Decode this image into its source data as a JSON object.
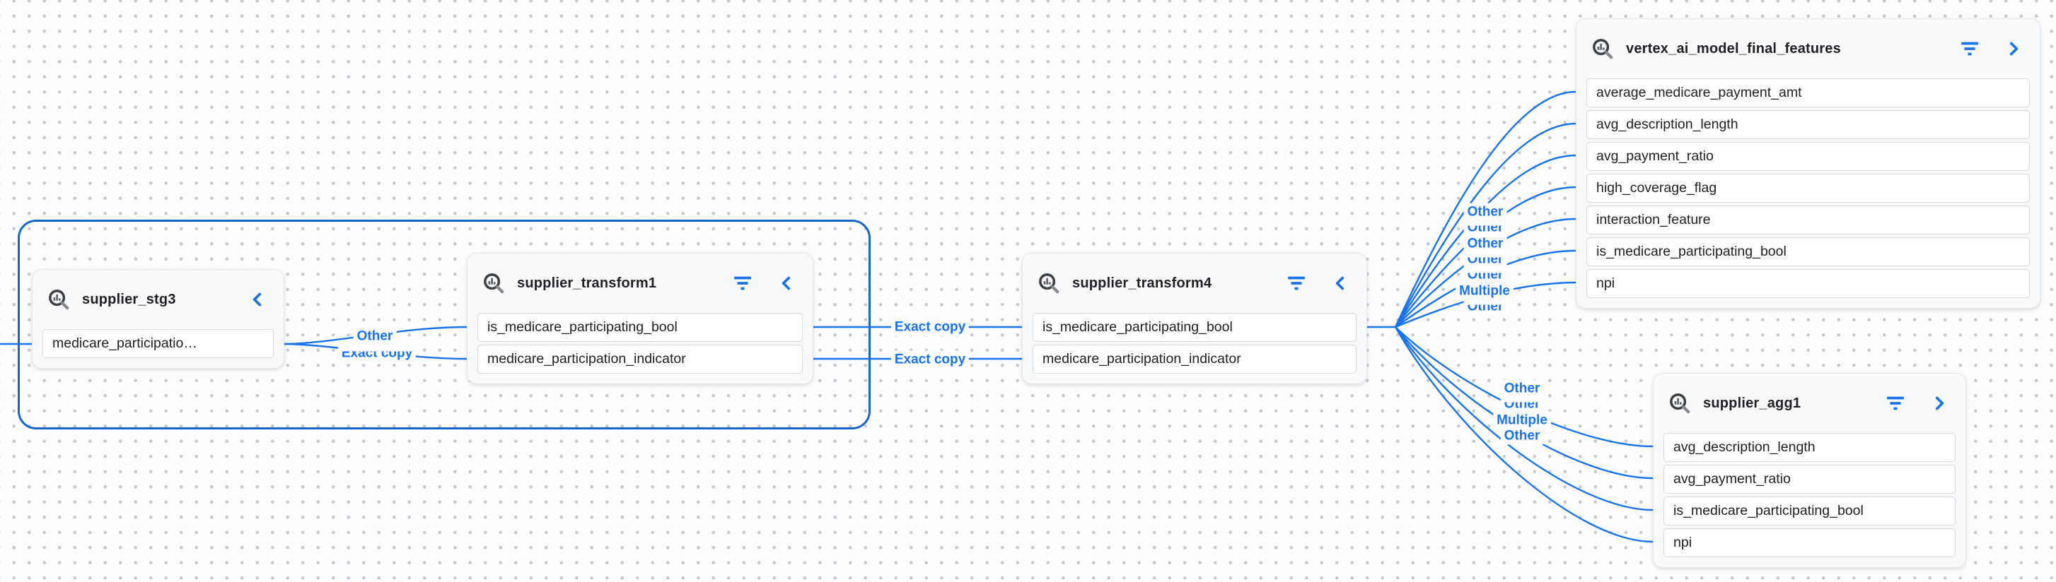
{
  "app": {
    "view": "column-level-lineage-graph",
    "colors": {
      "edge_blue": "#1a73e8",
      "selection_blue": "#1765cc",
      "title_text": "#202124",
      "field_text": "#202124",
      "card_bg": "#f8f9fb",
      "dot_grid": "#c6cacf"
    },
    "icons": {
      "node_type": "table-search-icon",
      "filter": "filter-list-icon",
      "collapse_left": "chevron-left-icon",
      "expand_right": "chevron-right-icon"
    }
  },
  "nodes": {
    "supplier_stg3": {
      "title": "supplier_stg3",
      "fields": [
        "medicare_participatio…"
      ]
    },
    "supplier_transform1": {
      "title": "supplier_transform1",
      "fields": [
        "is_medicare_participating_bool",
        "medicare_participation_indicator"
      ]
    },
    "supplier_transform4": {
      "title": "supplier_transform4",
      "fields": [
        "is_medicare_participating_bool",
        "medicare_participation_indicator"
      ]
    },
    "vertex_ai_model_final_features": {
      "title": "vertex_ai_model_final_features",
      "fields": [
        "average_medicare_payment_amt",
        "avg_description_length",
        "avg_payment_ratio",
        "high_coverage_flag",
        "interaction_feature",
        "is_medicare_participating_bool",
        "npi"
      ]
    },
    "supplier_agg1": {
      "title": "supplier_agg1",
      "fields": [
        "avg_description_length",
        "avg_payment_ratio",
        "is_medicare_participating_bool",
        "npi"
      ]
    }
  },
  "edge_labels": {
    "stg3_to_transform1": [
      "Other",
      "Exact copy"
    ],
    "transform1_to_transform4": [
      "Exact copy",
      "Exact copy"
    ],
    "transform4_to_vertex": [
      "Other",
      "Other",
      "Other",
      "Other",
      "Other",
      "Multiple",
      "Other"
    ],
    "transform4_to_agg1": [
      "Other",
      "Other",
      "Multiple",
      "Other"
    ]
  }
}
